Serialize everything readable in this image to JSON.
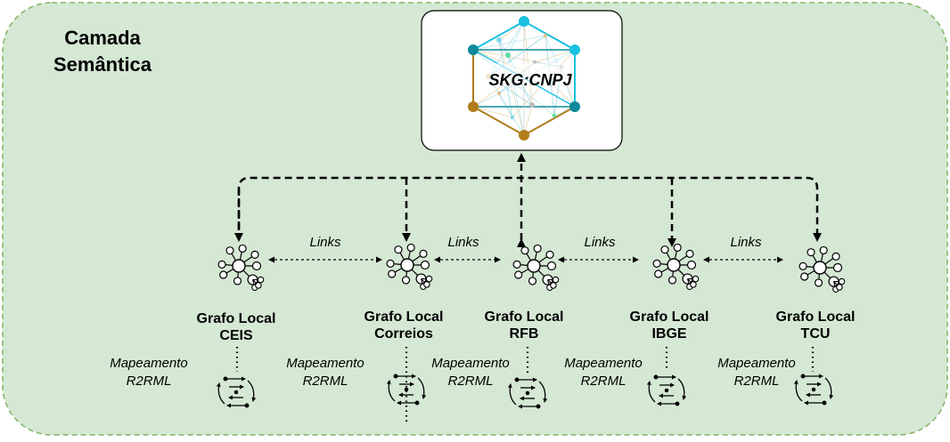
{
  "layer_title": [
    "Camada",
    "Semântica"
  ],
  "skg_label": "SKG:CNPJ",
  "link_label": "Links",
  "local_graphs": [
    {
      "line1": "Grafo Local",
      "line2": "CEIS"
    },
    {
      "line1": "Grafo Local",
      "line2": "Correios"
    },
    {
      "line1": "Grafo Local",
      "line2": "RFB"
    },
    {
      "line1": "Grafo Local",
      "line2": "IBGE"
    },
    {
      "line1": "Grafo Local",
      "line2": "TCU"
    }
  ],
  "mapping_label": [
    "Mapeamento",
    "R2RML"
  ],
  "colors": {
    "panel_fill": "#d5e8d4",
    "panel_border": "#82b366",
    "skg_teal": "#0e8a9b",
    "skg_cyan": "#19c1e0",
    "skg_gold": "#b07d1a",
    "node_stroke": "#000000"
  },
  "icons": {
    "local_graph": "network-graph-icon",
    "mapping": "r2rml-mapping-icon",
    "skg": "knowledge-graph-icon"
  }
}
